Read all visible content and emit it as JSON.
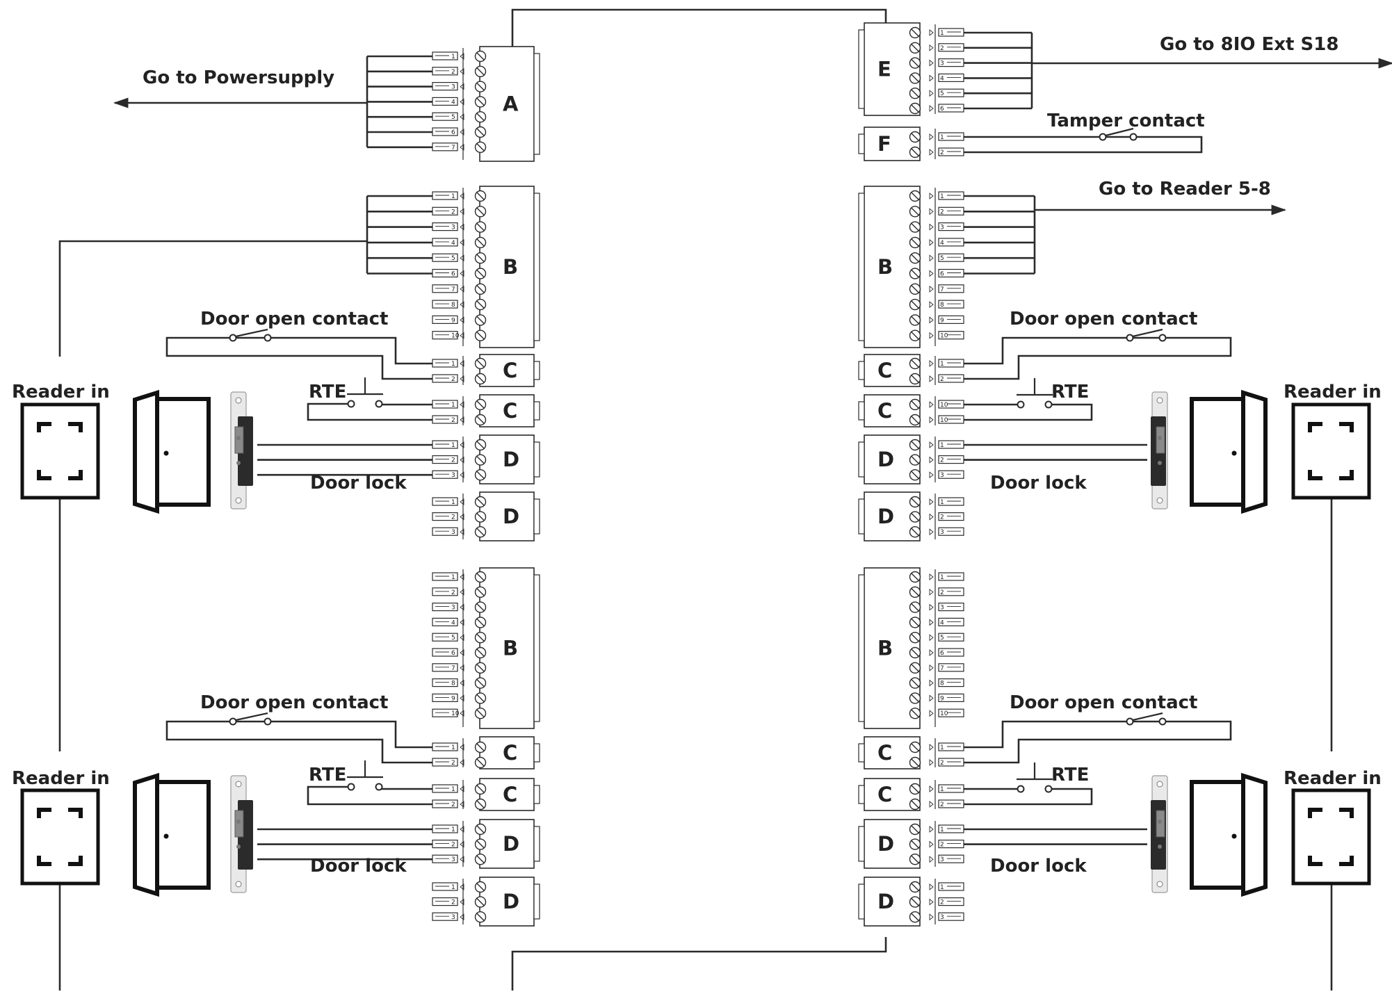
{
  "labels": {
    "power": "Go to Powersupply",
    "ext": "Go to 8IO Ext S18",
    "tamper": "Tamper contact",
    "reader58": "Go to Reader 5-8",
    "door_open": "Door open contact",
    "rte": "RTE",
    "door_lock": "Door lock",
    "reader_in": "Reader in"
  },
  "left_blocks": [
    {
      "letter": "A",
      "pins": [
        "1",
        "2",
        "3",
        "4",
        "5",
        "6",
        "7"
      ]
    },
    {
      "letter": "B",
      "pins": [
        "1",
        "2",
        "3",
        "4",
        "5",
        "6",
        "7",
        "8",
        "9",
        "10"
      ]
    },
    {
      "letter": "C",
      "pins": [
        "1",
        "2"
      ]
    },
    {
      "letter": "C",
      "pins": [
        "1",
        "2"
      ]
    },
    {
      "letter": "D",
      "pins": [
        "1",
        "2",
        "3"
      ]
    },
    {
      "letter": "D",
      "pins": [
        "1",
        "2",
        "3"
      ]
    },
    {
      "letter": "B",
      "pins": [
        "1",
        "2",
        "3",
        "4",
        "5",
        "6",
        "7",
        "8",
        "9",
        "10"
      ]
    },
    {
      "letter": "C",
      "pins": [
        "1",
        "2"
      ]
    },
    {
      "letter": "C",
      "pins": [
        "1",
        "2"
      ]
    },
    {
      "letter": "D",
      "pins": [
        "1",
        "2",
        "3"
      ]
    },
    {
      "letter": "D",
      "pins": [
        "1",
        "2",
        "3"
      ]
    }
  ],
  "right_blocks": [
    {
      "letter": "E",
      "pins": [
        "1",
        "2",
        "3",
        "4",
        "5",
        "6"
      ]
    },
    {
      "letter": "F",
      "pins": [
        "1",
        "2"
      ]
    },
    {
      "letter": "B",
      "pins": [
        "1",
        "2",
        "3",
        "4",
        "5",
        "6",
        "7",
        "8",
        "9",
        "10"
      ]
    },
    {
      "letter": "C",
      "pins": [
        "1",
        "2"
      ]
    },
    {
      "letter": "C",
      "pins": [
        "10",
        "10"
      ]
    },
    {
      "letter": "D",
      "pins": [
        "1",
        "2",
        "3"
      ]
    },
    {
      "letter": "D",
      "pins": [
        "1",
        "2",
        "3"
      ]
    },
    {
      "letter": "B",
      "pins": [
        "1",
        "2",
        "3",
        "4",
        "5",
        "6",
        "7",
        "8",
        "9",
        "10"
      ]
    },
    {
      "letter": "C",
      "pins": [
        "1",
        "2"
      ]
    },
    {
      "letter": "C",
      "pins": [
        "1",
        "2"
      ]
    },
    {
      "letter": "D",
      "pins": [
        "1",
        "2",
        "3"
      ]
    },
    {
      "letter": "D",
      "pins": [
        "1",
        "2",
        "3"
      ]
    }
  ],
  "icons": [
    "card-reader-icon",
    "door-icon",
    "electric-strike-icon",
    "switch-icon",
    "push-button-icon",
    "arrow-icon"
  ]
}
